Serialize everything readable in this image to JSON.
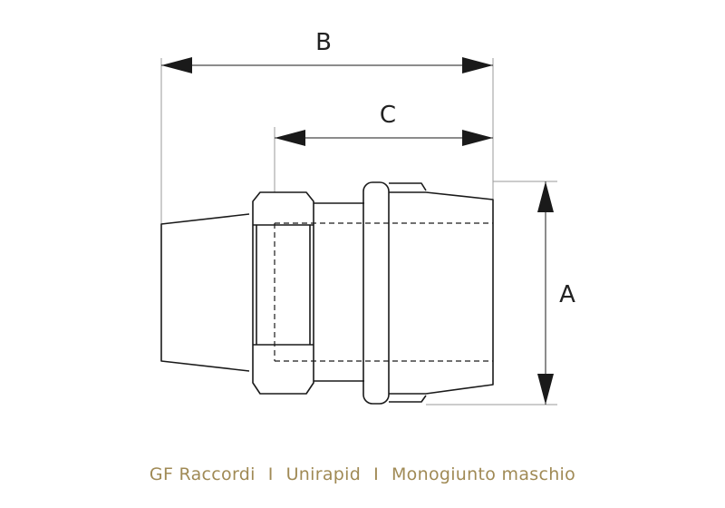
{
  "dimensions": {
    "a_label": "A",
    "b_label": "B",
    "c_label": "C"
  },
  "caption": {
    "brand": "GF Raccordi",
    "separator": "I",
    "product_line": "Unirapid",
    "product": "Monogiunto maschio"
  },
  "colors": {
    "line": "#1a1a1a",
    "dim_line": "#9a9a9a",
    "caption": "#a08a55"
  }
}
